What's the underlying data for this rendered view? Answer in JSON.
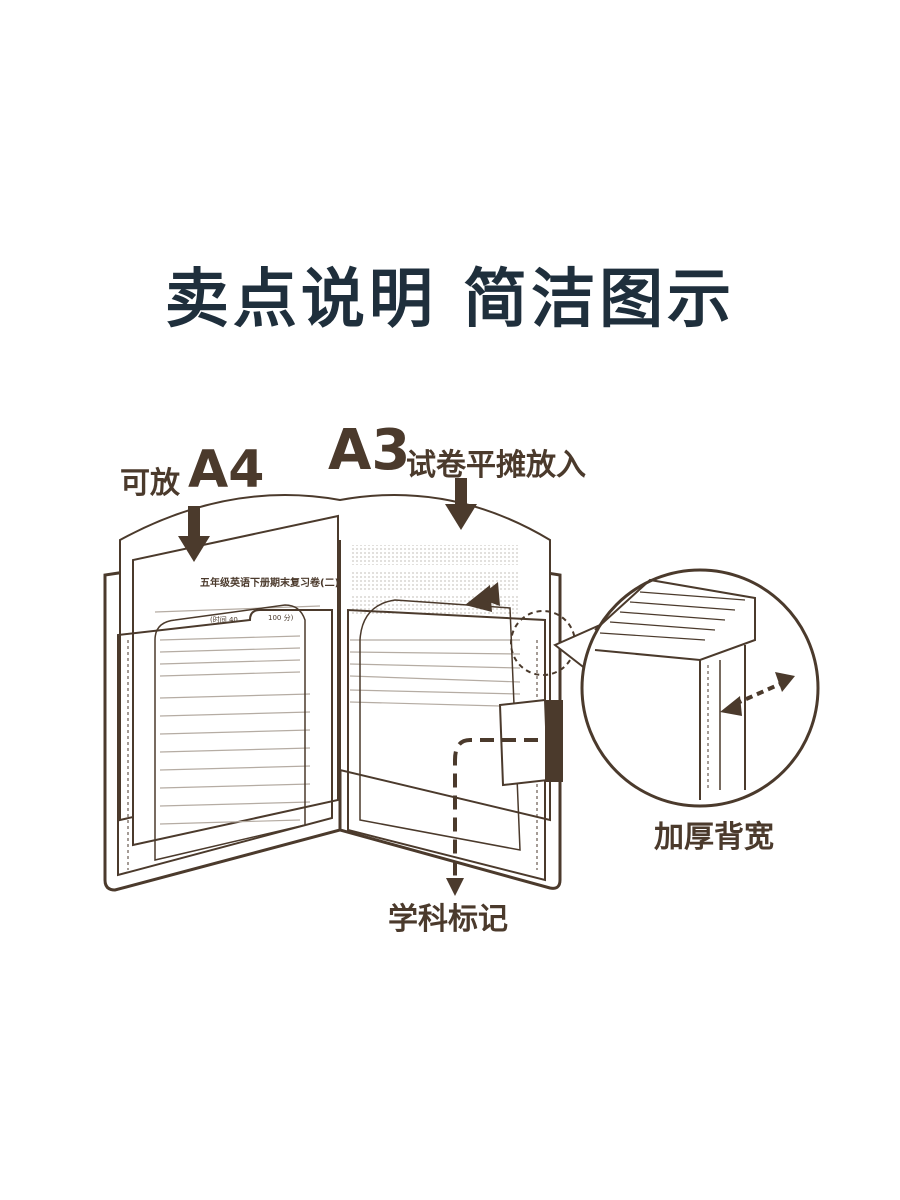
{
  "header": {
    "title": "卖点说明 简洁图示"
  },
  "labels": {
    "a4_prefix": "可放",
    "a4_size": "A4",
    "a3_size": "A3",
    "a3_suffix": "试卷平摊放入",
    "spine": "加厚背宽",
    "subject_tag": "学科标记"
  },
  "paper": {
    "a4_heading": "五年级英语下册期末复习卷(二)",
    "a4_time": "(时间 40",
    "a4_score": "100 分)"
  },
  "colors": {
    "outline": "#4b3a2c",
    "title": "#1f2f3c",
    "text_lines": "#b5aca3"
  }
}
